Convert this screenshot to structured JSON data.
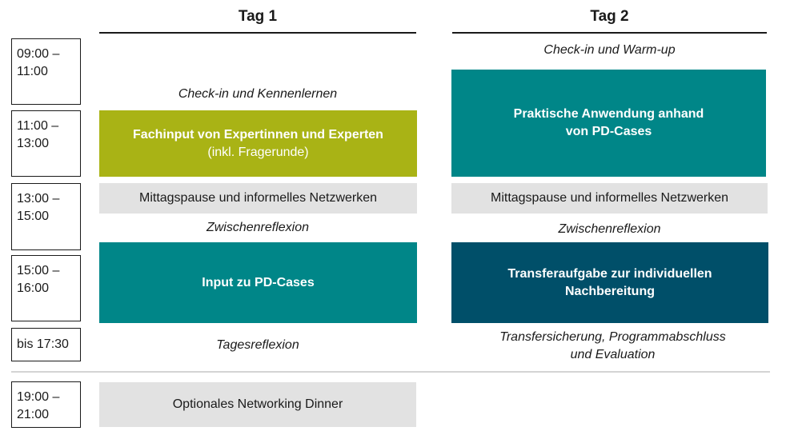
{
  "days": {
    "day1": "Tag 1",
    "day2": "Tag 2"
  },
  "times": [
    "09:00 –\n11:00",
    "11:00 –\n13:00",
    "13:00 –\n15:00",
    "15:00 –\n16:00",
    "bis 17:30",
    "19:00 –\n21:00"
  ],
  "day1": {
    "checkin": "Check-in und Kennenlernen",
    "fachinput_line1": "Fachinput von Expertinnen und Experten",
    "fachinput_line2": "(inkl. Fragerunde)",
    "lunch": "Mittagspause und informelles Netzwerken",
    "zwischenreflexion": "Zwischenreflexion",
    "input_pd": "Input zu PD-Cases",
    "tagesreflexion": "Tagesreflexion",
    "dinner": "Optionales Networking Dinner"
  },
  "day2": {
    "checkin": "Check-in und Warm-up",
    "praxis_line1": "Praktische Anwendung anhand",
    "praxis_line2": "von PD-Cases",
    "lunch": "Mittagspause und informelles Netzwerken",
    "zwischenreflexion": "Zwischenreflexion",
    "transfer_line1": "Transferaufgabe zur individuellen",
    "transfer_line2": "Nachbereitung",
    "closing_line1": "Transfersicherung, Programmabschluss",
    "closing_line2": "und Evaluation"
  },
  "colors": {
    "olive": "#a9b315",
    "teal": "#008688",
    "navy": "#004f69",
    "grey": "#e2e2e2"
  }
}
